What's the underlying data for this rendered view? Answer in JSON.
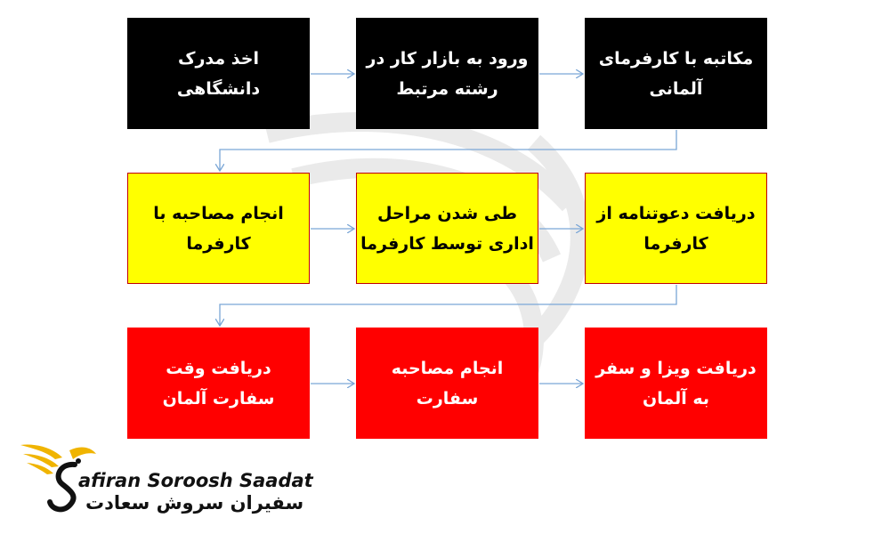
{
  "colors": {
    "row1": "#000000",
    "row2": "#ffff00",
    "row2_border": "#c00000",
    "row3": "#ff0000",
    "arrow": "#7aa6d6"
  },
  "steps": [
    {
      "row": 1,
      "col": 1,
      "text": "مکاتبه با کارفرمای\nآلمانی"
    },
    {
      "row": 1,
      "col": 2,
      "text": "ورود به بازار کار در\nرشته مرتبط"
    },
    {
      "row": 1,
      "col": 3,
      "text": "اخذ مدرک\nدانشگاهی"
    },
    {
      "row": 2,
      "col": 1,
      "text": "دریافت دعوتنامه از\nکارفرما"
    },
    {
      "row": 2,
      "col": 2,
      "text": "طی شدن مراحل\nاداری توسط کارفرما"
    },
    {
      "row": 2,
      "col": 3,
      "text": "انجام مصاحبه با\nکارفرما"
    },
    {
      "row": 3,
      "col": 1,
      "text": "دریافت ویزا و سفر\nبه آلمان"
    },
    {
      "row": 3,
      "col": 2,
      "text": "انجام مصاحبه\nسفارت"
    },
    {
      "row": 3,
      "col": 3,
      "text": "دریافت وقت\nسفارت آلمان"
    }
  ],
  "logo": {
    "name_en": "afiran Soroosh Saadat",
    "name_fa": "سفیران سروش سعادت",
    "icon": "phoenix-s-logo-icon"
  }
}
